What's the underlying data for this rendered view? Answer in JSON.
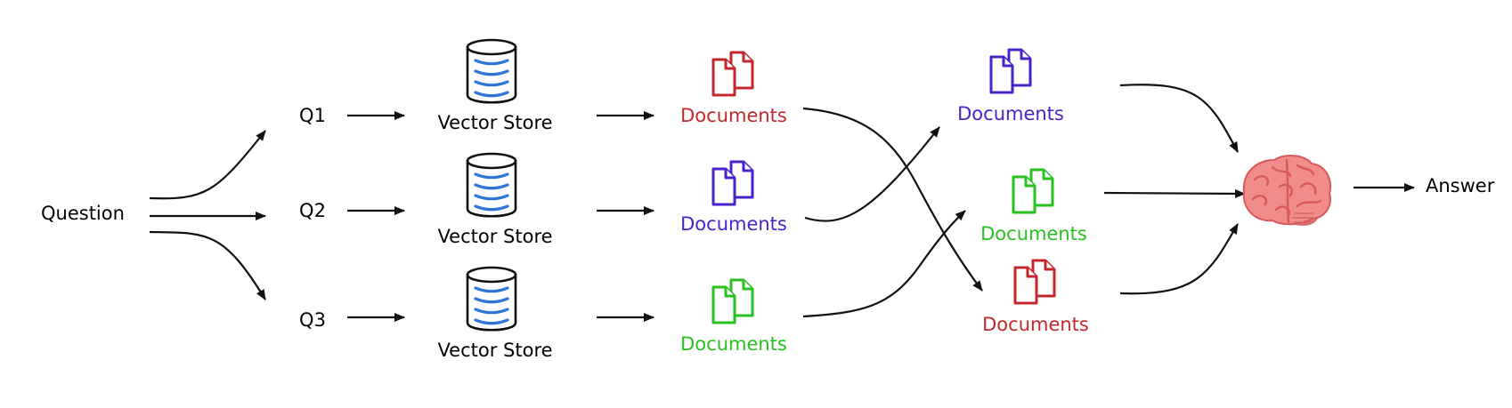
{
  "colors": {
    "stroke": "#111111",
    "red": "#c4272b",
    "purple": "#4a22c9",
    "green": "#27c21f",
    "db_stripe": "#2f74d6",
    "brain": "#f28b8b",
    "brain_dark": "#d9595b"
  },
  "question": {
    "label": "Question"
  },
  "queries": [
    {
      "label": "Q1"
    },
    {
      "label": "Q2"
    },
    {
      "label": "Q3"
    }
  ],
  "vector_stores": [
    {
      "label": "Vector Store",
      "icon": "database-icon"
    },
    {
      "label": "Vector Store",
      "icon": "database-icon"
    },
    {
      "label": "Vector Store",
      "icon": "database-icon"
    }
  ],
  "retrieved_documents": [
    {
      "label": "Documents",
      "color": "red",
      "icon": "documents-icon"
    },
    {
      "label": "Documents",
      "color": "purple",
      "icon": "documents-icon"
    },
    {
      "label": "Documents",
      "color": "green",
      "icon": "documents-icon"
    }
  ],
  "reranked_documents": [
    {
      "label": "Documents",
      "color": "purple",
      "icon": "documents-icon"
    },
    {
      "label": "Documents",
      "color": "green",
      "icon": "documents-icon"
    },
    {
      "label": "Documents",
      "color": "red",
      "icon": "documents-icon"
    }
  ],
  "llm": {
    "icon": "brain-icon"
  },
  "answer": {
    "label": "Answer"
  }
}
